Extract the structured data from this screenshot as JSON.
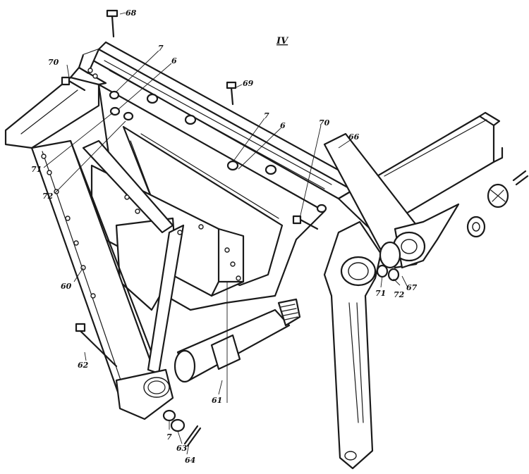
{
  "view_label": "IV",
  "callouts": [
    {
      "id": "c68",
      "text": "68"
    },
    {
      "id": "c70a",
      "text": "70"
    },
    {
      "id": "c7a",
      "text": "7"
    },
    {
      "id": "c6a",
      "text": "6"
    },
    {
      "id": "c69",
      "text": "69"
    },
    {
      "id": "c7b",
      "text": "7"
    },
    {
      "id": "c6b",
      "text": "6"
    },
    {
      "id": "c70b",
      "text": "70"
    },
    {
      "id": "c66",
      "text": "66"
    },
    {
      "id": "c71a",
      "text": "71"
    },
    {
      "id": "c72a",
      "text": "72"
    },
    {
      "id": "c60",
      "text": "60"
    },
    {
      "id": "c71b",
      "text": "71"
    },
    {
      "id": "c72b",
      "text": "72"
    },
    {
      "id": "c67",
      "text": "67"
    },
    {
      "id": "c62",
      "text": "62"
    },
    {
      "id": "c61",
      "text": "61"
    },
    {
      "id": "c7c",
      "text": "7"
    },
    {
      "id": "c63",
      "text": "63"
    },
    {
      "id": "c64",
      "text": "64"
    }
  ]
}
